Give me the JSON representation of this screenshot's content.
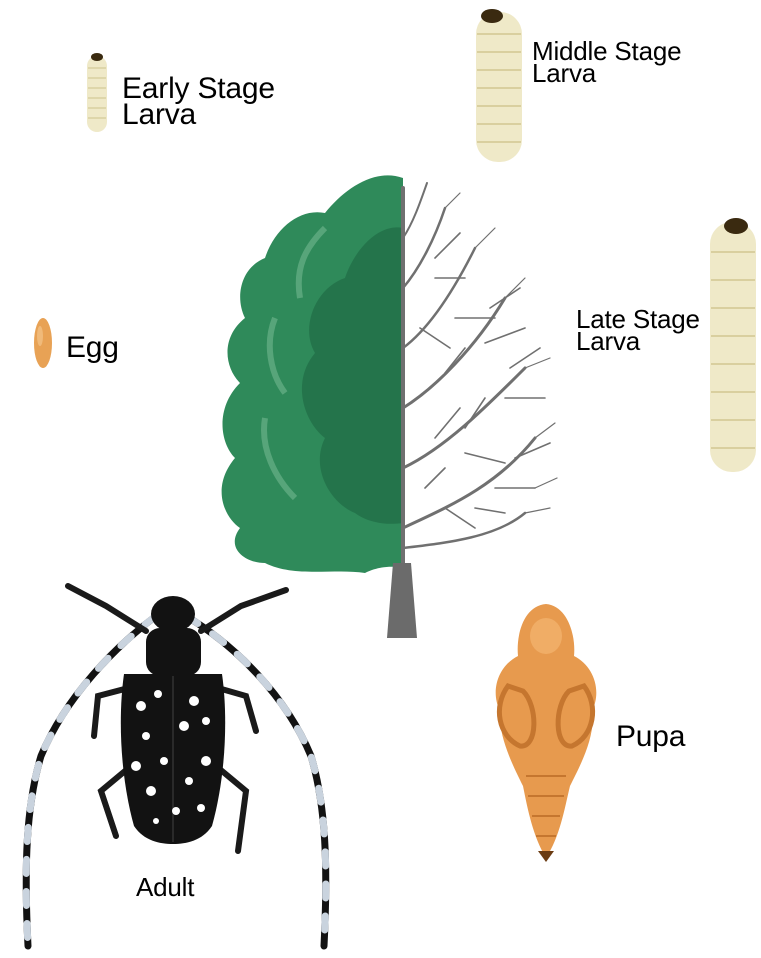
{
  "labels": {
    "early_larva": "Early Stage\nLarva",
    "middle_larva": "Middle Stage\nLarva",
    "late_larva": "Late Stage\nLarva",
    "egg": "Egg",
    "adult": "Adult",
    "pupa": "Pupa"
  },
  "colors": {
    "background": "#ffffff",
    "foliage": "#2f8a5a",
    "foliage_dark": "#1f6b45",
    "branches": "#707070",
    "trunk": "#6b6b6b",
    "larva": "#efe9c8",
    "larva_shade": "#d9cf9f",
    "larva_head": "#3a2a10",
    "egg": "#e8a255",
    "pupa": "#e79a4e",
    "pupa_dark": "#c5762f",
    "beetle": "#121212",
    "beetle_spots": "#ffffff",
    "leg_bands": "#c9d3de"
  },
  "icons": {
    "tree": "tree-illustration",
    "egg": "egg-icon",
    "early_larva": "early-larva-icon",
    "middle_larva": "middle-larva-icon",
    "late_larva": "late-larva-icon",
    "pupa": "pupa-icon",
    "adult": "adult-beetle-icon"
  }
}
